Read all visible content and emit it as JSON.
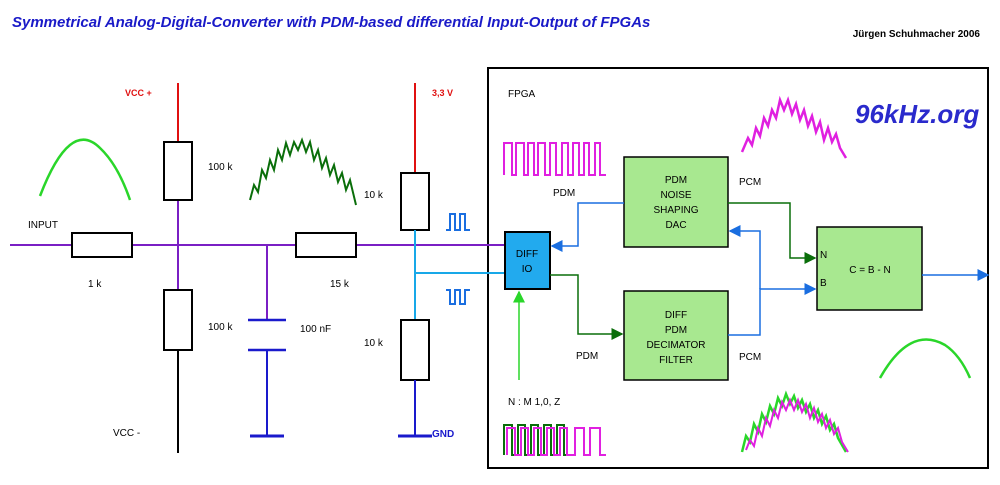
{
  "title": "Symmetrical Analog-Digital-Converter with PDM-based differential Input-Output of FPGAs",
  "author": "Jürgen Schuhmacher 2006",
  "logo": "96kHz.org",
  "labels": {
    "vcc_plus": "VCC  +",
    "vcc_minus": "VCC  -",
    "v33": "3,3 V",
    "gnd": "GND",
    "input": "INPUT",
    "fpga": "FPGA",
    "r_top_div": "100 k",
    "r_bot_div": "100 k",
    "r_input": "1 k",
    "cap": "100 nF",
    "r_series": "15 k",
    "r_pullup": "10 k",
    "r_pulldown": "10 k",
    "pdm_top": "PDM",
    "pdm_bottom": "PDM",
    "pcm_top": "PCM",
    "pcm_bottom": "PCM",
    "nm_setting": "N : M  1,0, Z",
    "pin_n": "N",
    "pin_b": "B"
  },
  "blocks": {
    "diff_io": [
      "DIFF",
      "IO"
    ],
    "dac": [
      "PDM",
      "NOISE",
      "SHAPING",
      "DAC"
    ],
    "decimator": [
      "DIFF",
      "PDM",
      "DECIMATOR",
      "FILTER"
    ],
    "subtractor": "C = B - N"
  },
  "colors": {
    "title": "#1a1ac8",
    "purple": "#7a1fc4",
    "red": "#e01010",
    "blue": "#1a1acc",
    "cyan": "#18a8e8",
    "dark_green": "#0a6e0a",
    "green": "#2ad62a",
    "magenta": "#e020e0",
    "block_fill": "#a8e890",
    "diff_fill": "#22aaee",
    "logo": "#2a2acc"
  }
}
